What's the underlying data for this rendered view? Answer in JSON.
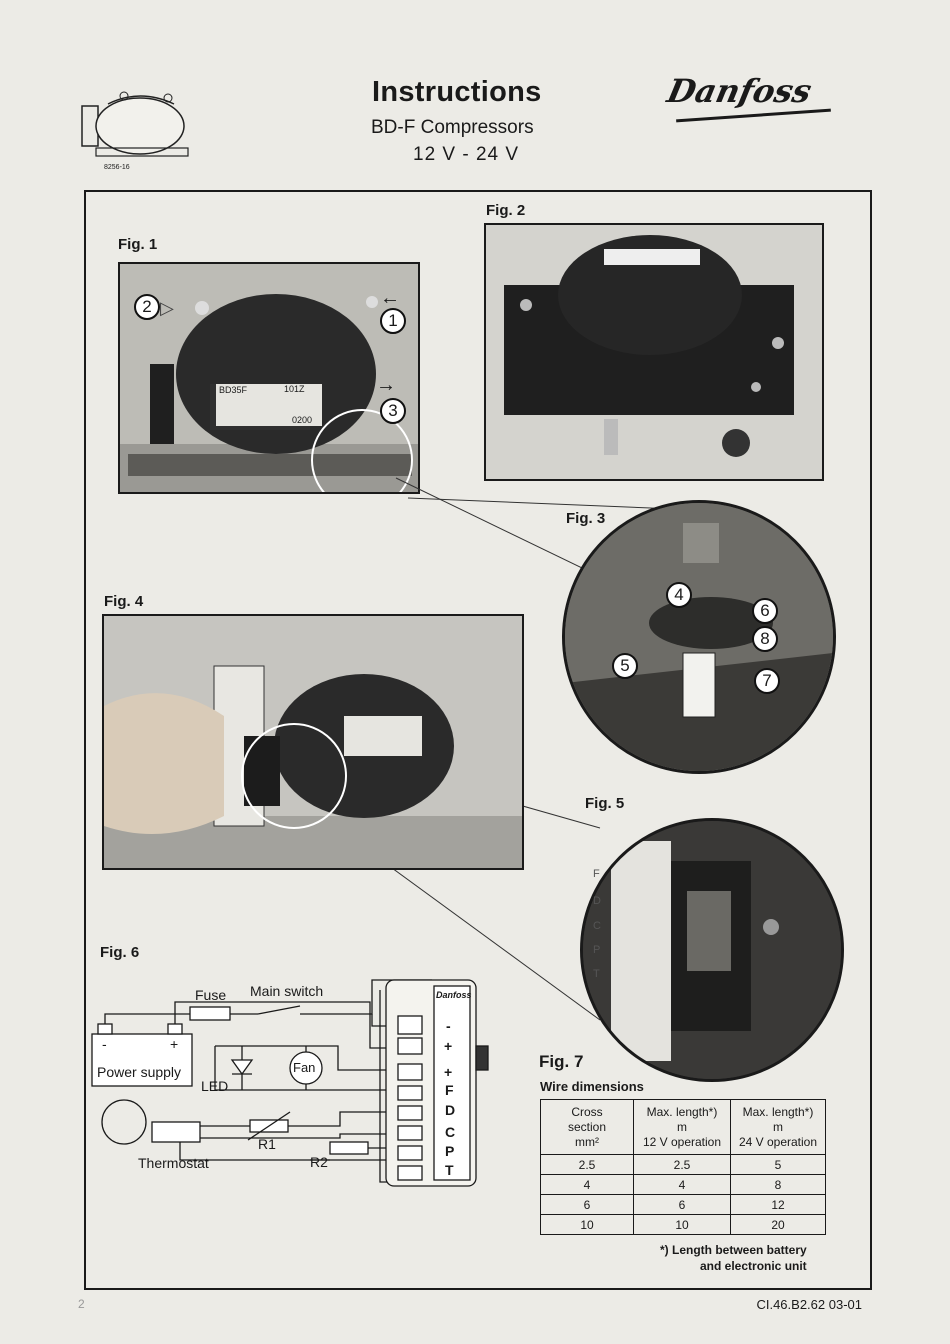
{
  "header": {
    "title": "Instructions",
    "subtitle": "BD-F Compressors",
    "voltage": "12 V - 24 V",
    "brand": "Danfoss",
    "thumb_code": "8256-16"
  },
  "figures": {
    "fig1": "Fig. 1",
    "fig2": "Fig. 2",
    "fig3": "Fig. 3",
    "fig4": "Fig. 4",
    "fig5": "Fig. 5",
    "fig6": "Fig. 6",
    "fig7": "Fig. 7"
  },
  "callouts": [
    "1",
    "2",
    "3",
    "4",
    "5",
    "6",
    "7",
    "8"
  ],
  "fig1_label": {
    "model": "BD35F",
    "code": "101Z",
    "num": "0200"
  },
  "fig5_letters": [
    "F",
    "D",
    "C",
    "P",
    "T"
  ],
  "circuit": {
    "fuse": "Fuse",
    "main_switch": "Main switch",
    "minus": "-",
    "plus": "+",
    "power_supply": "Power supply",
    "led": "LED",
    "fan": "Fan",
    "thermostat": "Thermostat",
    "r1": "R1",
    "r2": "R2",
    "terminals": [
      "-",
      "+",
      "+",
      "F",
      "D",
      "C",
      "P",
      "T"
    ]
  },
  "wire_table": {
    "title": "Wire dimensions",
    "headers": [
      [
        "Cross",
        "section",
        "mm²"
      ],
      [
        "Max. length*)",
        "m",
        "12 V operation"
      ],
      [
        "Max. length*)",
        "m",
        "24 V operation"
      ]
    ],
    "rows": [
      [
        "2.5",
        "2.5",
        "5"
      ],
      [
        "4",
        "4",
        "8"
      ],
      [
        "6",
        "6",
        "12"
      ],
      [
        "10",
        "10",
        "20"
      ]
    ],
    "footnote_1": "*) Length between battery",
    "footnote_2": "and electronic unit"
  },
  "footer": {
    "doc_ref": "CI.46.B2.62  03-01",
    "page_number": "2"
  }
}
